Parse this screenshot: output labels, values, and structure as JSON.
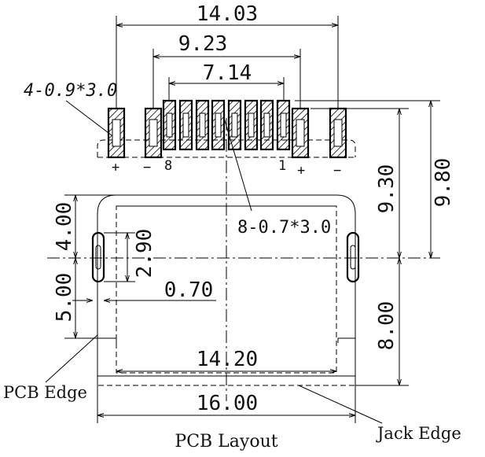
{
  "title": "PCB Layout",
  "labels": {
    "pcb_edge": "PCB Edge",
    "jack_edge": "Jack Edge"
  },
  "pad_notes": {
    "side_pads": "4-0.9*3.0",
    "signal_pads": "8-0.7*3.0"
  },
  "pin_marks": {
    "pin_8": "8",
    "pin_1": "1",
    "left_plus": "+",
    "left_minus": "−",
    "right_plus": "+",
    "right_minus": "−"
  },
  "dimensions": {
    "top_width": "14.03",
    "middle_width": "9.23",
    "inner_width": "7.14",
    "height_930": "9.30",
    "height_980": "9.80",
    "left_400": "4.00",
    "left_500": "5.00",
    "slot_290": "2.90",
    "slot_070": "0.70",
    "right_800": "8.00",
    "width_1420": "14.20",
    "width_1600": "16.00"
  }
}
